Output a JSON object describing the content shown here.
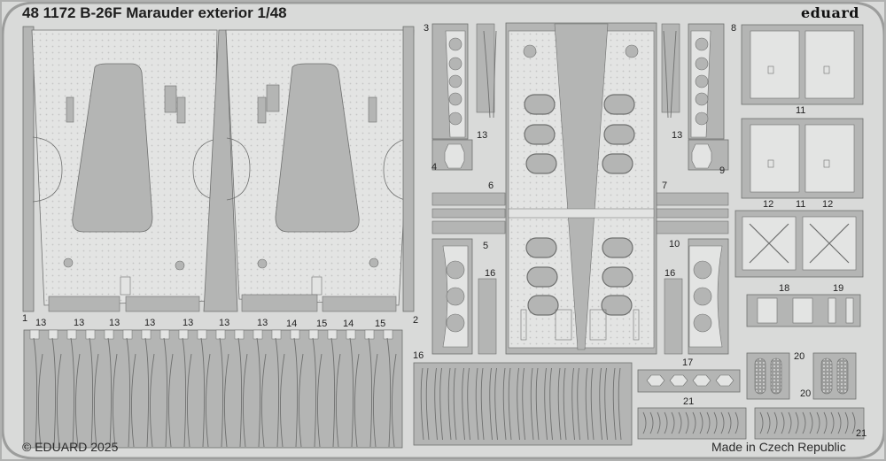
{
  "sheet": {
    "title": "48 1172 B-26F Marauder exterior 1/48",
    "brand": "eduard",
    "copyright": "© EDUARD 2025",
    "origin": "Made in Czech Republic"
  },
  "colors": {
    "background": "#d9dad9",
    "fret_metal": "#b4b5b4",
    "part_surface": "#e3e4e3",
    "outline": "#6f706f",
    "text": "#222222"
  },
  "part_labels": [
    {
      "id": "p1",
      "text": "1"
    },
    {
      "id": "p2",
      "text": "2"
    },
    {
      "id": "p3",
      "text": "3"
    },
    {
      "id": "p4",
      "text": "4"
    },
    {
      "id": "p5",
      "text": "5"
    },
    {
      "id": "p6",
      "text": "6"
    },
    {
      "id": "p7",
      "text": "7"
    },
    {
      "id": "p8",
      "text": "8"
    },
    {
      "id": "p9",
      "text": "9"
    },
    {
      "id": "p10",
      "text": "10"
    },
    {
      "id": "p11a",
      "text": "11"
    },
    {
      "id": "p11b",
      "text": "11"
    },
    {
      "id": "p12a",
      "text": "12"
    },
    {
      "id": "p12b",
      "text": "12"
    },
    {
      "id": "p13a",
      "text": "13"
    },
    {
      "id": "p13b",
      "text": "13"
    },
    {
      "id": "p13c",
      "text": "13"
    },
    {
      "id": "p13d",
      "text": "13"
    },
    {
      "id": "p13e",
      "text": "13"
    },
    {
      "id": "p13f",
      "text": "13"
    },
    {
      "id": "p13g",
      "text": "13"
    },
    {
      "id": "p13h",
      "text": "13"
    },
    {
      "id": "p13i",
      "text": "13"
    },
    {
      "id": "p14a",
      "text": "14"
    },
    {
      "id": "p14b",
      "text": "14"
    },
    {
      "id": "p15a",
      "text": "15"
    },
    {
      "id": "p15b",
      "text": "15"
    },
    {
      "id": "p16a",
      "text": "16"
    },
    {
      "id": "p16b",
      "text": "16"
    },
    {
      "id": "p16c",
      "text": "16"
    },
    {
      "id": "p17",
      "text": "17"
    },
    {
      "id": "p18",
      "text": "18"
    },
    {
      "id": "p19",
      "text": "19"
    },
    {
      "id": "p20a",
      "text": "20"
    },
    {
      "id": "p20b",
      "text": "20"
    },
    {
      "id": "p21a",
      "text": "21"
    },
    {
      "id": "p21b",
      "text": "21"
    }
  ]
}
